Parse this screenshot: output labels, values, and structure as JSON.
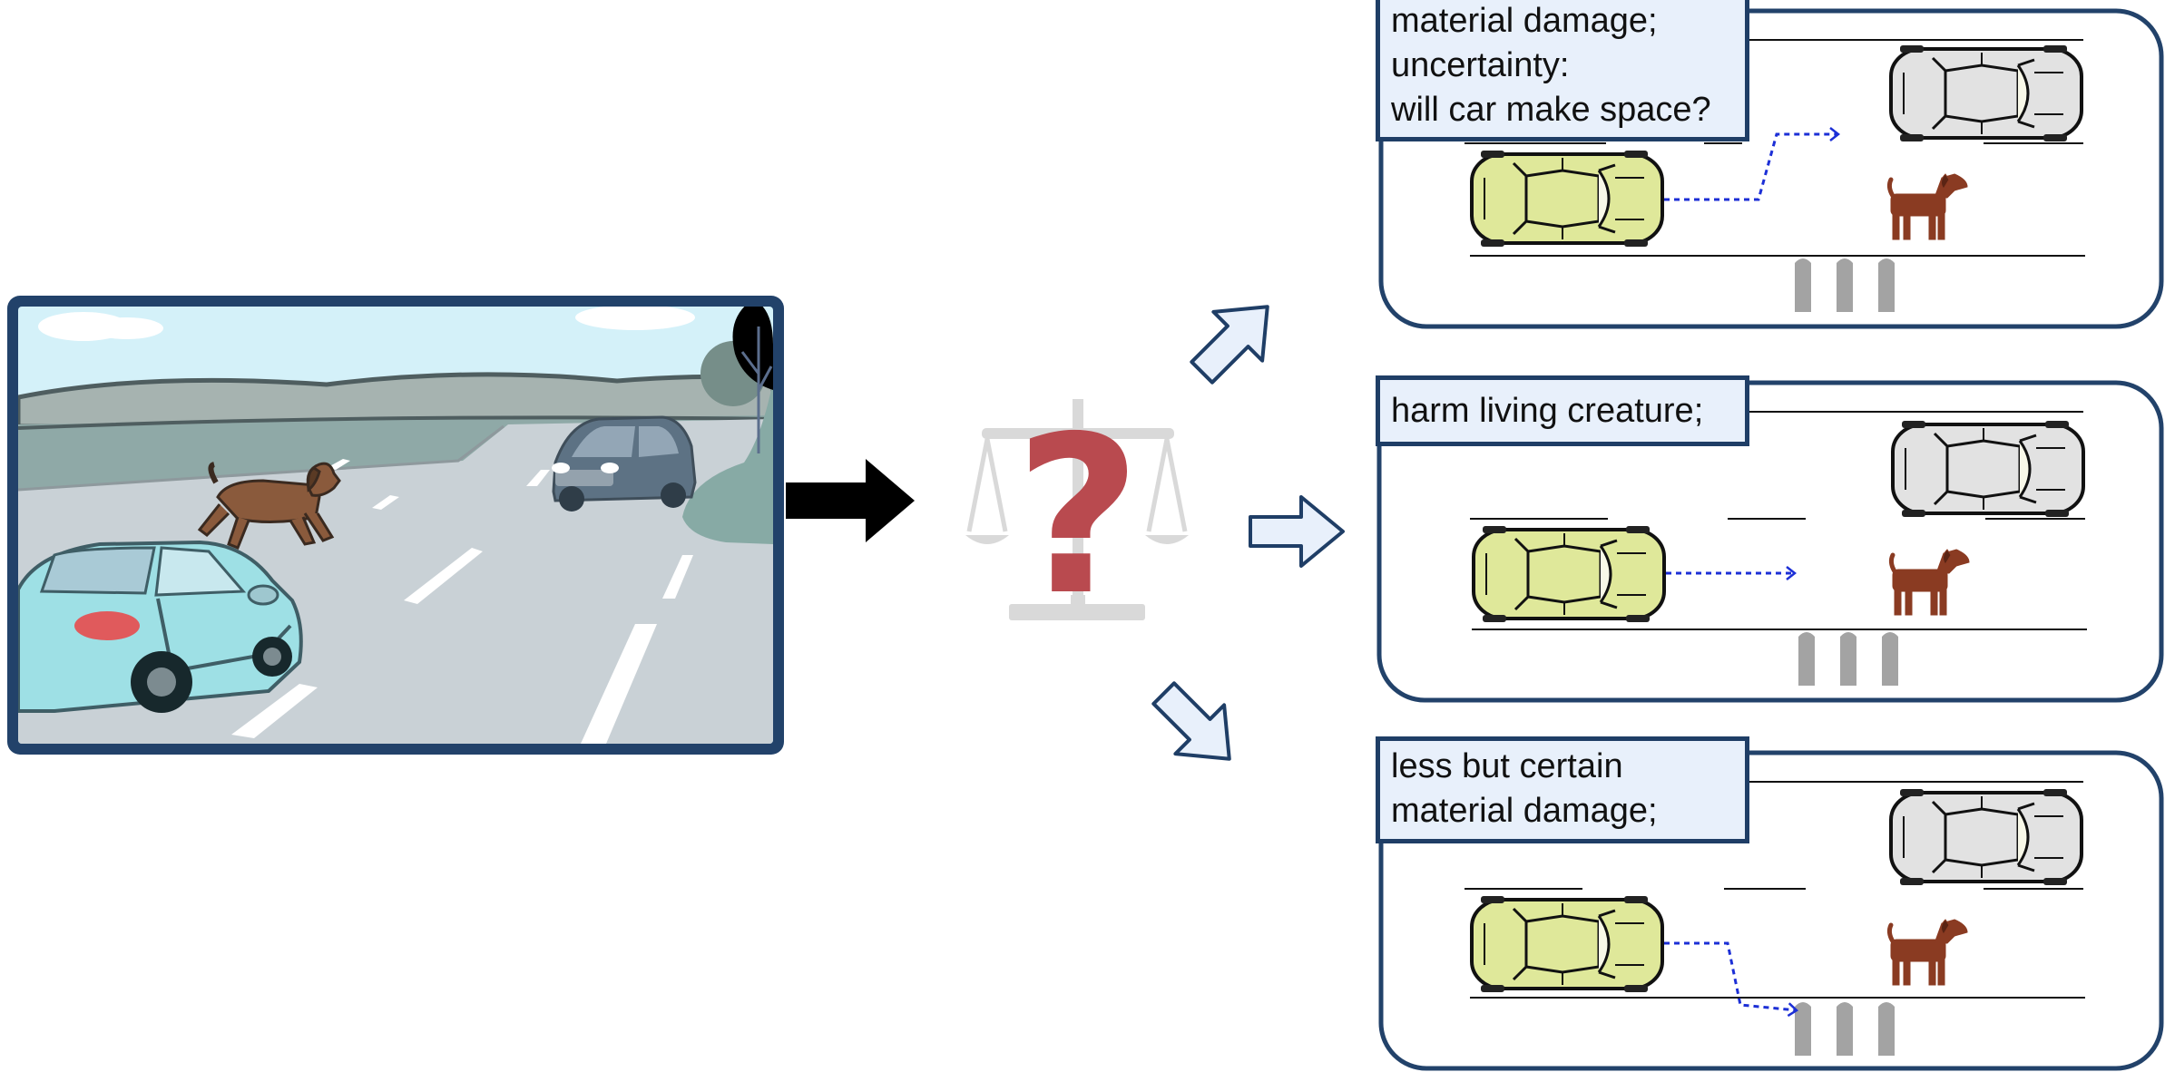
{
  "scenario": {
    "description": ""
  },
  "options": [
    {
      "id": "swerve_left",
      "label": "material damage;\nuncertainty:\nwill car make space?"
    },
    {
      "id": "straight",
      "label": "harm living creature;"
    },
    {
      "id": "swerve_right",
      "label": "less but certain\nmaterial damage;"
    }
  ],
  "colors": {
    "frame": "#22426a",
    "ego_car": "#dfe89a",
    "other_car": "#e2e2e2",
    "dog": "#8a3b22",
    "path": "#1c2fd6",
    "question": "#b94a4f",
    "scale": "#d9d9d9",
    "arrow_fill": "#e8f0fb"
  },
  "icons": {
    "decision": "scales-question-icon",
    "transition": "arrow-right-icon"
  }
}
